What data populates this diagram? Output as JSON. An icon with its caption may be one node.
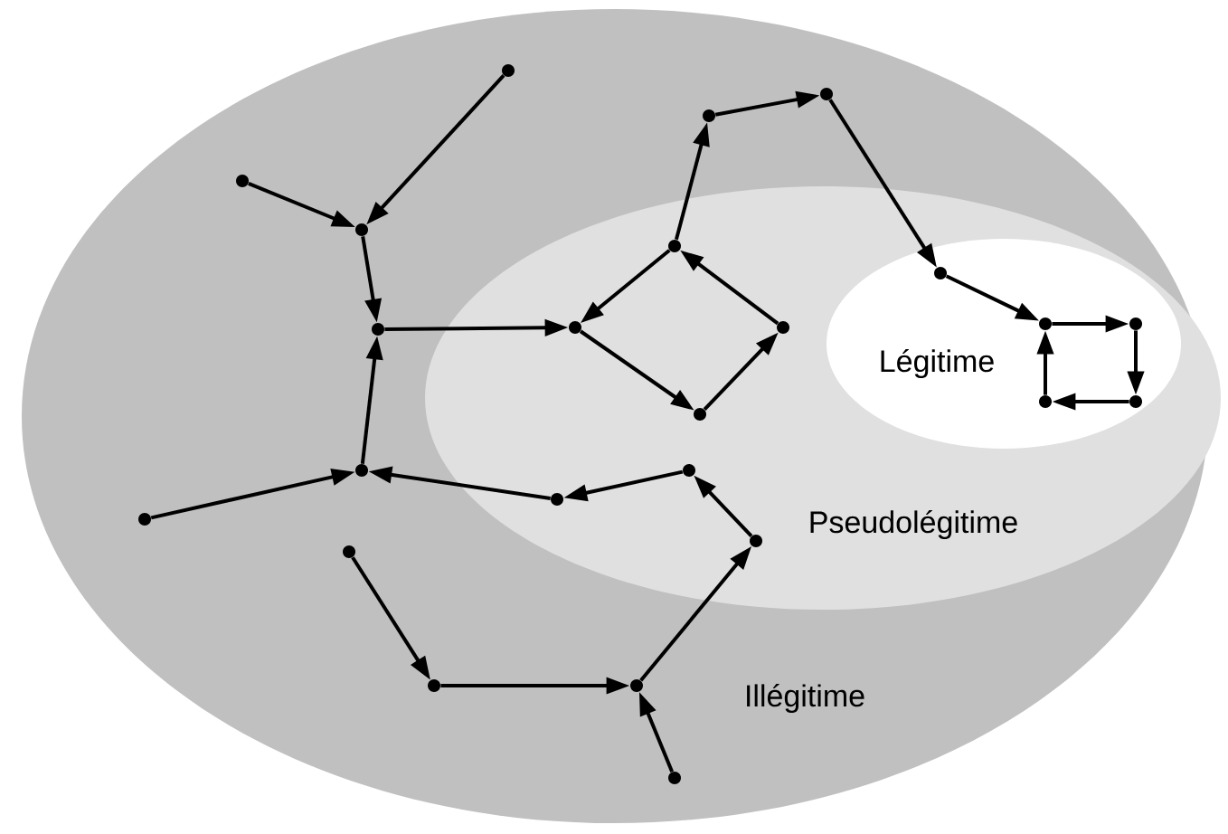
{
  "diagram": {
    "nodes": [
      {
        "text": [
          "Illégitime"
        ]
      },
      {
        "text": [
          "Pseudolégitime"
        ],
        "in": 0
      },
      {
        "text": [
          "Légitime"
        ],
        "in": 1
      },
      {
        "text": [],
        "shape": "circle",
        "in": 0
      },
      {
        "text": [],
        "shape": "circle",
        "in": 0
      },
      {
        "text": [],
        "shape": "circle",
        "in": 0
      },
      {
        "text": [],
        "shape": "circle",
        "in": 0
      },
      {
        "text": [],
        "shape": "circle",
        "in": 0
      },
      {
        "text": [],
        "shape": "circle",
        "in": 1
      },
      {
        "text": [],
        "shape": "circle",
        "in": 2
      },
      {
        "text": [],
        "shape": "circle",
        "in": 2
      },
      {
        "text": [],
        "shape": "circle",
        "in": 2
      },
      {
        "text": [],
        "shape": "circle",
        "in": 1
      },
      {
        "text": [],
        "shape": "circle",
        "in": 1
      },
      {
        "text": [],
        "shape": "circle",
        "in": 0
      },
      {
        "text": [],
        "shape": "circle",
        "in": 2
      },
      {
        "text": [],
        "shape": "circle",
        "in": 2
      },
      {
        "text": [],
        "shape": "circle",
        "in": 1
      },
      {
        "text": [],
        "shape": "circle",
        "in": 0
      },
      {
        "text": [],
        "shape": "circle",
        "in": 1
      },
      {
        "text": [],
        "shape": "circle",
        "in": 1
      },
      {
        "text": [],
        "shape": "circle",
        "in": 0
      },
      {
        "text": [],
        "shape": "circle",
        "in": 1
      },
      {
        "text": [],
        "shape": "circle",
        "in": 0
      },
      {
        "text": [],
        "shape": "circle",
        "in": 0
      },
      {
        "text": [],
        "shape": "circle",
        "in": 0
      },
      {
        "text": [],
        "shape": "circle",
        "in": 0
      }
    ],
    "edges": [
      {
        "from": 3,
        "to": 7,
        "arrow": "to"
      },
      {
        "from": 6,
        "to": 7,
        "arrow": "to"
      },
      {
        "from": 7,
        "to": 14,
        "arrow": "to"
      },
      {
        "from": 18,
        "to": 14,
        "arrow": "to"
      },
      {
        "from": 14,
        "to": 12,
        "arrow": "to"
      },
      {
        "from": 21,
        "to": 18,
        "arrow": "to"
      },
      {
        "from": 20,
        "to": 18,
        "arrow": "to"
      },
      {
        "from": 19,
        "to": 20,
        "arrow": "to"
      },
      {
        "from": 22,
        "to": 19,
        "arrow": "to"
      },
      {
        "from": 25,
        "to": 22,
        "arrow": "to"
      },
      {
        "from": 23,
        "to": 24,
        "arrow": "to"
      },
      {
        "from": 24,
        "to": 25,
        "arrow": "to"
      },
      {
        "from": 26,
        "to": 25,
        "arrow": "to"
      },
      {
        "from": 8,
        "to": 12,
        "arrow": "to"
      },
      {
        "from": 12,
        "to": 17,
        "arrow": "to"
      },
      {
        "from": 17,
        "to": 13,
        "arrow": "to"
      },
      {
        "from": 13,
        "to": 8,
        "arrow": "to"
      },
      {
        "from": 8,
        "to": 5,
        "arrow": "to"
      },
      {
        "from": 5,
        "to": 4,
        "arrow": "to"
      },
      {
        "from": 4,
        "to": 9,
        "arrow": "to"
      },
      {
        "from": 9,
        "to": 10,
        "arrow": "to"
      },
      {
        "from": 10,
        "to": 11,
        "arrow": "to"
      },
      {
        "from": 11,
        "to": 16,
        "arrow": "to"
      },
      {
        "from": 16,
        "to": 15,
        "arrow": "to"
      },
      {
        "from": 15,
        "to": 10,
        "arrow": "to"
      }
    ]
  }
}
